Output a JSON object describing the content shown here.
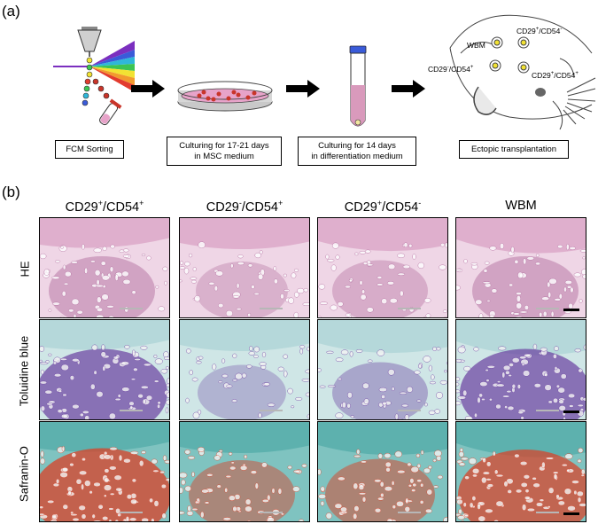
{
  "panel_a_label": "(a)",
  "panel_b_label": "(b)",
  "steps": [
    {
      "label": "FCM Sorting"
    },
    {
      "label_line1": "Culturing for 17-21 days",
      "label_line2": "in MSC medium"
    },
    {
      "label_line1": "Culturing for 14 days",
      "label_line2": "in differentiation medium"
    },
    {
      "label": "Ectopic transplantation"
    }
  ],
  "mouse_labels": {
    "wbm": "WBM",
    "neg_pos": {
      "base1": "CD29",
      "sup1": "-",
      "base2": "/CD54",
      "sup2": "+"
    },
    "pos_neg": {
      "base1": "CD29",
      "sup1": "+",
      "base2": "/CD54",
      "sup2": "-"
    },
    "pos_pos": {
      "base1": "CD29",
      "sup1": "+",
      "base2": "/CD54",
      "sup2": "+"
    }
  },
  "columns": [
    {
      "base1": "CD29",
      "sup1": "+",
      "base2": "/CD54",
      "sup2": "+"
    },
    {
      "base1": "CD29",
      "sup1": "-",
      "base2": "/CD54",
      "sup2": "+"
    },
    {
      "base1": "CD29",
      "sup1": "+",
      "base2": "/CD54",
      "sup2": "-"
    },
    {
      "base1": "WBM"
    }
  ],
  "rows": [
    "HE",
    "Toluidine blue",
    "Safranin-O"
  ],
  "colors": {
    "he_bg": "#efd6e6",
    "he_ink": "#b06a9c",
    "tb_bg": "#cfe6e6",
    "tb_ink": "#6a3fa0",
    "so_bg": "#7fc3c0",
    "so_ink": "#d8442a",
    "spectrum": [
      "#7b2fbf",
      "#3a5bd9",
      "#2fb7d9",
      "#3cc453",
      "#f2e233",
      "#f29a2e",
      "#e23b2e"
    ]
  }
}
